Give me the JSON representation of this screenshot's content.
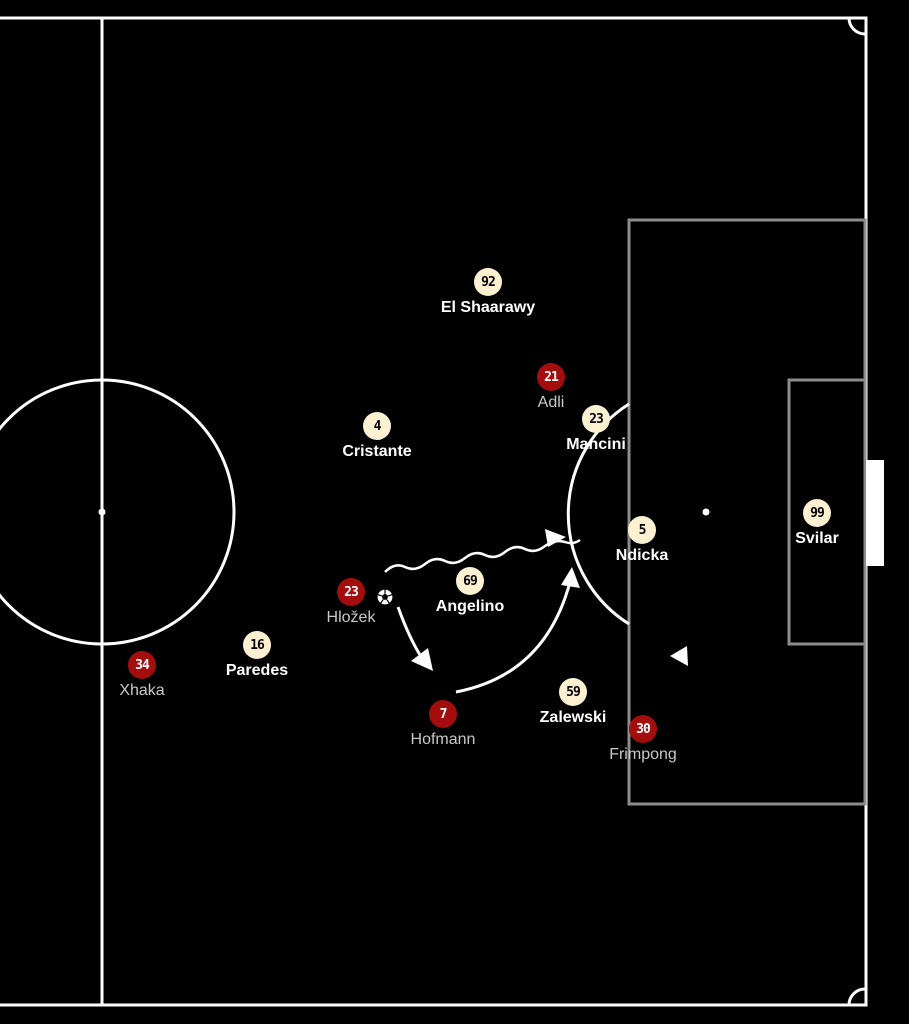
{
  "colors": {
    "background": "#000000",
    "lines": "#ffffff",
    "home_badge": "#fdf1d2",
    "away_badge": "#a30d0d"
  },
  "players": {
    "el_shaarawy": {
      "number": "92",
      "name": "El Shaarawy",
      "team": "home"
    },
    "adli": {
      "number": "21",
      "name": "Adli",
      "team": "away"
    },
    "mancini": {
      "number": "23",
      "name": "Mancini",
      "team": "home"
    },
    "cristante": {
      "number": "4",
      "name": "Cristante",
      "team": "home"
    },
    "ndicka": {
      "number": "5",
      "name": "Ndicka",
      "team": "home"
    },
    "svilar": {
      "number": "99",
      "name": "Svilar",
      "team": "home"
    },
    "hlozek": {
      "number": "23",
      "name": "Hložek",
      "team": "away"
    },
    "angelino": {
      "number": "69",
      "name": "Angelino",
      "team": "home"
    },
    "paredes": {
      "number": "16",
      "name": "Paredes",
      "team": "home"
    },
    "xhaka": {
      "number": "34",
      "name": "Xhaka",
      "team": "away"
    },
    "hofmann": {
      "number": "7",
      "name": "Hofmann",
      "team": "away"
    },
    "zalewski": {
      "number": "59",
      "name": "Zalewski",
      "team": "home"
    },
    "frimpong": {
      "number": "30",
      "name": "Frimpong",
      "team": "away"
    }
  },
  "ball_icon": "soccer-ball-icon"
}
